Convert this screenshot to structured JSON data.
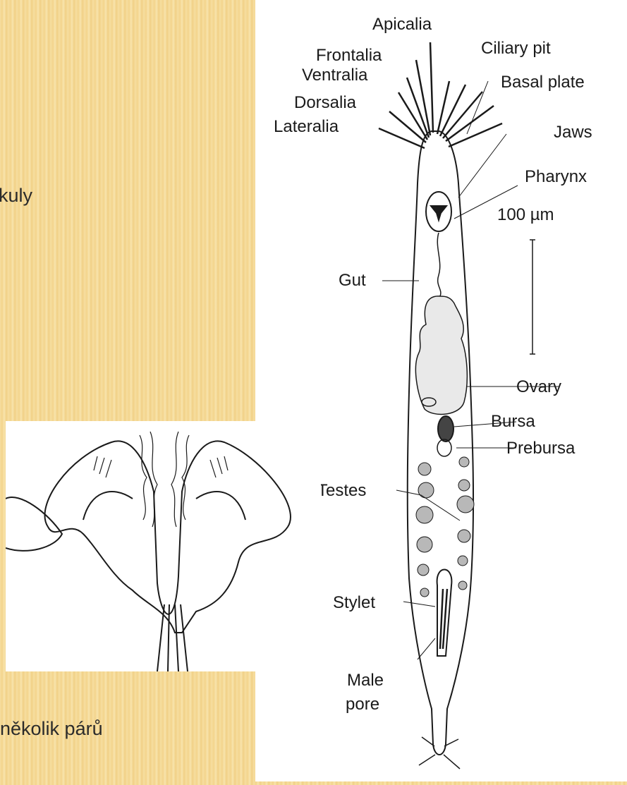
{
  "slide": {
    "text_fragment_1": "kuly",
    "text_fragment_2": "několik párů",
    "colors": {
      "background": "#f6dea0",
      "panel": "#ffffff",
      "ink": "#1a1a1a"
    }
  },
  "diagram": {
    "labels": {
      "apicalia": "Apicalia",
      "frontalia": "Frontalia",
      "ventralia": "Ventralia",
      "dorsalia": "Dorsalia",
      "lateralia": "Lateralia",
      "ciliary_pit": "Ciliary pit",
      "basal_plate": "Basal plate",
      "jaws": "Jaws",
      "pharynx": "Pharynx",
      "scale": "100 µm",
      "gut": "Gut",
      "ovary": "Ovary",
      "bursa": "Bursa",
      "prebursa": "Prebursa",
      "testes": "Testes",
      "stylet": "Stylet",
      "male_pore_1": "Male",
      "male_pore_2": "pore"
    }
  }
}
